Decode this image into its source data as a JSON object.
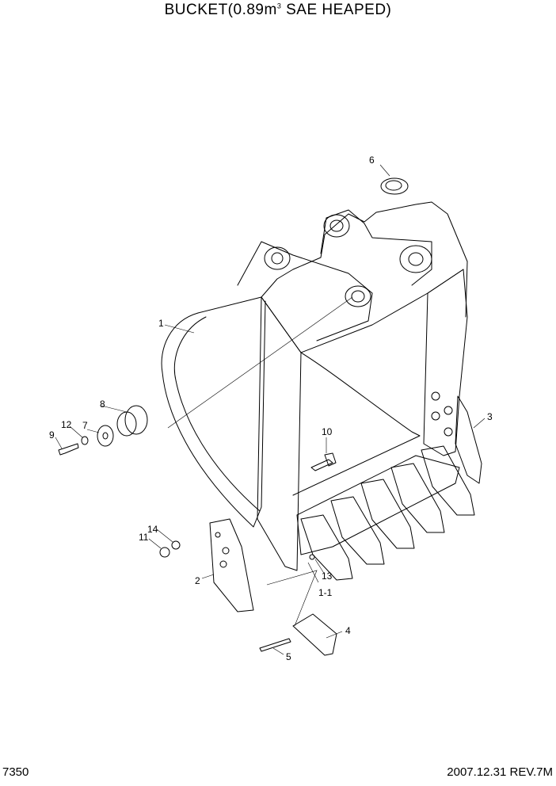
{
  "title": {
    "main": "BUCKET(0.89m",
    "superscript": "3",
    "rest": " SAE HEAPED)"
  },
  "callouts": [
    {
      "id": "callout-1",
      "text": "1"
    },
    {
      "id": "callout-1-1",
      "text": "1-1"
    },
    {
      "id": "callout-2",
      "text": "2"
    },
    {
      "id": "callout-3",
      "text": "3"
    },
    {
      "id": "callout-4",
      "text": "4"
    },
    {
      "id": "callout-5",
      "text": "5"
    },
    {
      "id": "callout-6",
      "text": "6"
    },
    {
      "id": "callout-7",
      "text": "7"
    },
    {
      "id": "callout-8",
      "text": "8"
    },
    {
      "id": "callout-9",
      "text": "9"
    },
    {
      "id": "callout-10",
      "text": "10"
    },
    {
      "id": "callout-11",
      "text": "11"
    },
    {
      "id": "callout-12",
      "text": "12"
    },
    {
      "id": "callout-13",
      "text": "13"
    },
    {
      "id": "callout-14",
      "text": "14"
    }
  ],
  "footer": {
    "page_number": "7350",
    "revision": "2007.12.31  REV.7M"
  }
}
